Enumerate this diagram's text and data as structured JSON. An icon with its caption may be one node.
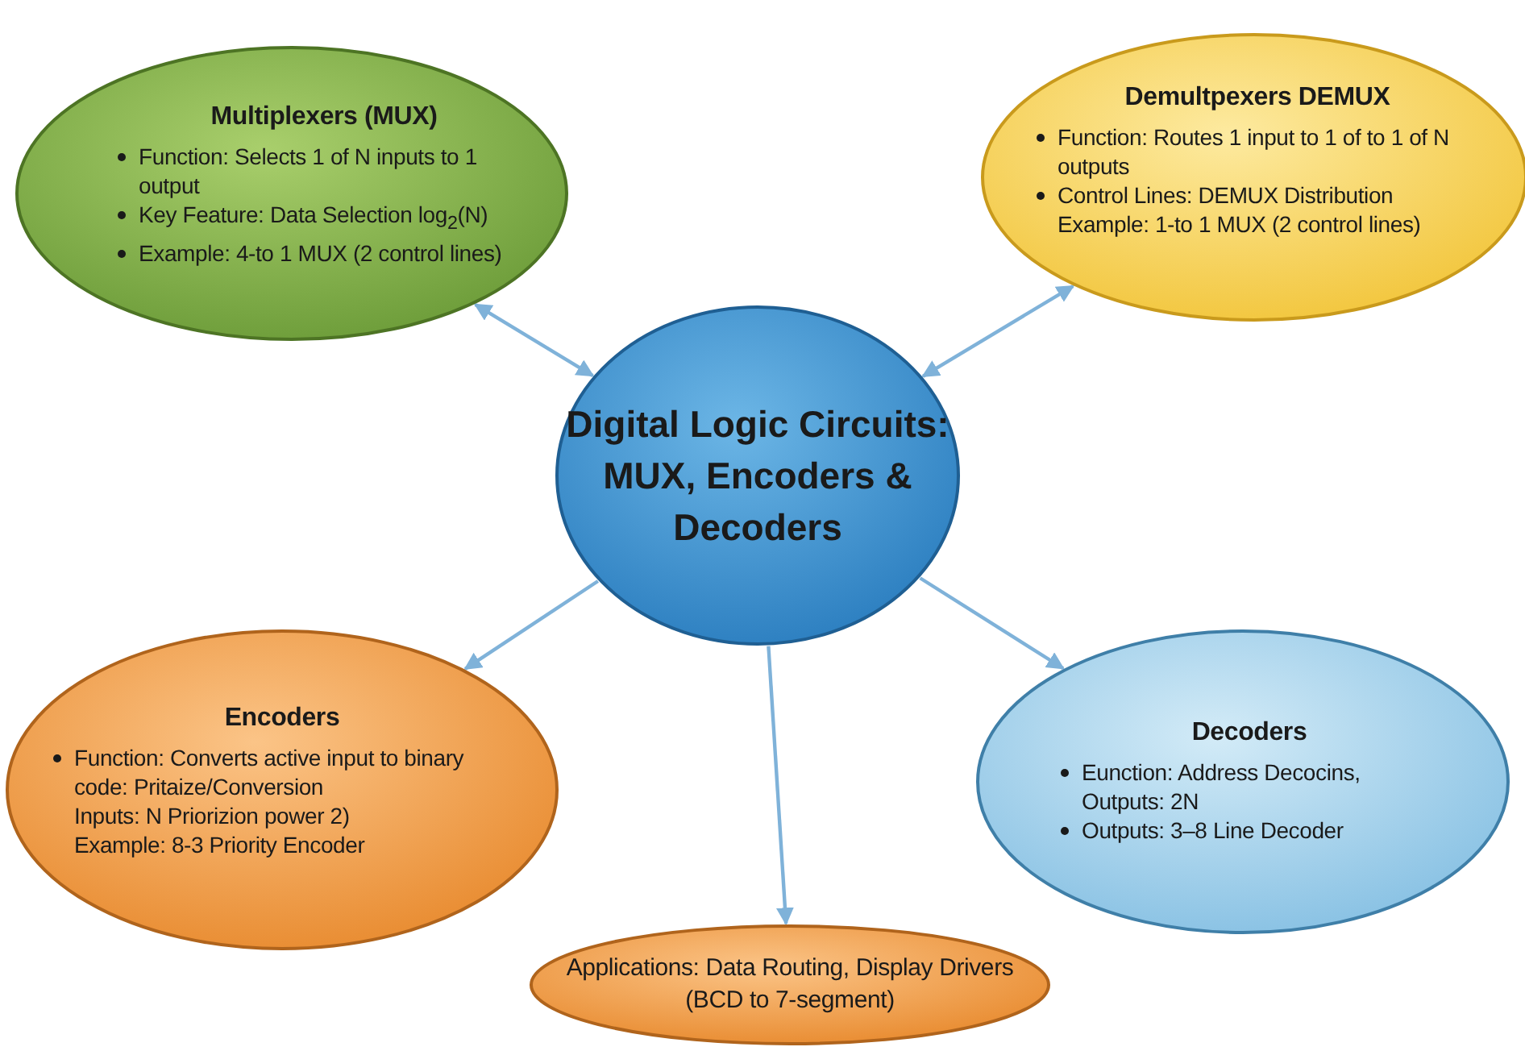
{
  "diagram": {
    "nodes": [
      {
        "text": [
          "Digital Logic Circuits: MUX, Encoders & Decoders"
        ]
      },
      {
        "text": [
          "Multiplexers (MUX)",
          "Function: Selects 1 of N inputs to 1 output",
          "Key Feature: Data Selection log$_{2}$(N)",
          "Example: 4-to 1 MUX (2 control lines)"
        ]
      },
      {
        "text": [
          "Demultpexers DEMUX",
          "Function: Routes 1 input to 1 of to 1 of N outputs",
          "Control Lines: DEMUX Distribution",
          "Example: 1-to 1 MUX (2 control lines)"
        ]
      },
      {
        "text": [
          "Encoders",
          "Function: Converts active input to binary code: Pritaize/Conversion",
          "Inputs: N Priorizion power 2)",
          "Example: 8-3 Priority Encoder"
        ]
      },
      {
        "text": [
          "Decoders",
          "Eunction: Address Decocins, Outputs: 2N",
          "Outputs: 3–8 Line Decoder"
        ]
      },
      {
        "text": [
          "Applications: Data Routing, Display Drivers (BCD to 7-segment)"
        ]
      }
    ],
    "edges": [
      {
        "from": 0,
        "to": 1,
        "arrow": "both"
      },
      {
        "from": 0,
        "to": 2,
        "arrow": "both"
      },
      {
        "from": 0,
        "to": 3,
        "arrow": "to"
      },
      {
        "from": 0,
        "to": 4,
        "arrow": "to"
      },
      {
        "from": 0,
        "to": 5,
        "arrow": "to"
      }
    ]
  }
}
